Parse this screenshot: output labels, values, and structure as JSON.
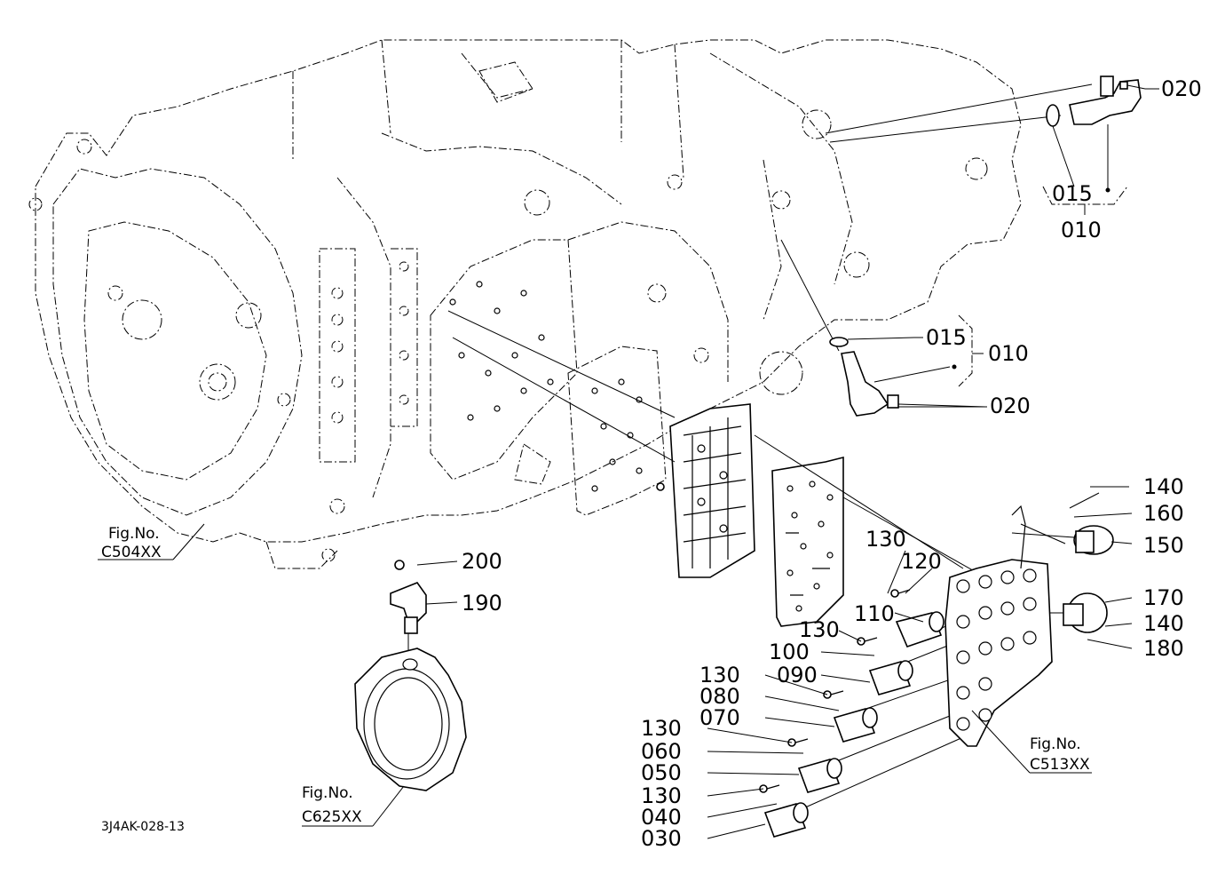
{
  "diagram": {
    "part_labels": {
      "p020a": "020",
      "p015a": "015",
      "p010a": "010",
      "p015b": "015",
      "p010b": "010",
      "p020b": "020",
      "p140a": "140",
      "p160": "160",
      "p150": "150",
      "p130a": "130",
      "p120": "120",
      "p110": "110",
      "p130b": "130",
      "p100": "100",
      "p090": "090",
      "p130c": "130",
      "p080": "080",
      "p070": "070",
      "p130d": "130",
      "p060": "060",
      "p050": "050",
      "p130e": "130",
      "p040": "040",
      "p030": "030",
      "p170": "170",
      "p140b": "140",
      "p180": "180",
      "p200": "200",
      "p190": "190"
    },
    "figure_refs": {
      "c504": {
        "prefix": "Fig.No.",
        "code": "C504XX"
      },
      "c625": {
        "prefix": "Fig.No.",
        "code": "C625XX"
      },
      "c513": {
        "prefix": "Fig.No.",
        "code": "C513XX"
      }
    },
    "drawing_code": "3J4AK-028-13"
  }
}
